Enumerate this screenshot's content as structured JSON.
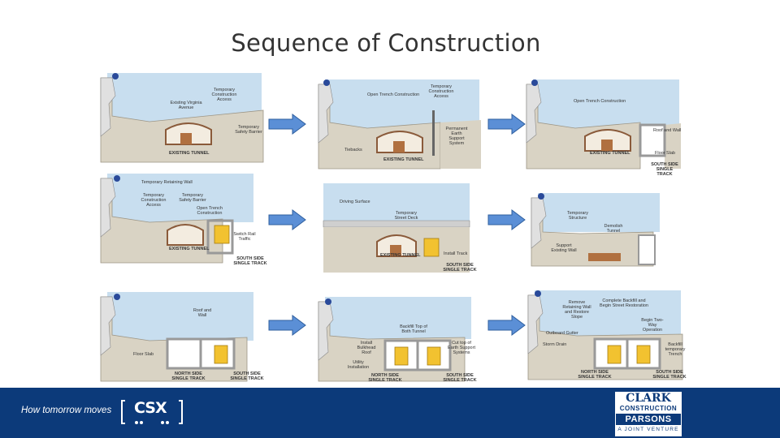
{
  "slide": {
    "title": "Sequence of Construction"
  },
  "panels": {
    "p1": {
      "temp_access": "Temporary Construction Access",
      "existing_ave": "Existing Virginia Avenue",
      "safety_barrier": "Temporary Safety Barrier",
      "existing_tunnel": "EXISTING TUNNEL"
    },
    "p2": {
      "open_trench": "Open Trench Construction",
      "temp_access": "Temporary Construction Access",
      "permanent_earth": "Permanent Earth Support System",
      "tiebacks": "Tiebacks",
      "existing_tunnel": "EXISTING TUNNEL"
    },
    "p3": {
      "open_trench": "Open Trench Construction",
      "roof_wall": "Roof and Wall",
      "floor_slab": "Floor Slab",
      "existing_tunnel": "EXISTING TUNNEL",
      "south_side": "SOUTH SIDE SINGLE TRACK"
    },
    "p4": {
      "retaining_wall": "Temporary Retaining Wall",
      "temp_access": "Temporary Construction Access",
      "safety_barrier": "Temporary Safety Barrier",
      "open_trench": "Open Trench Construction",
      "switch_rail": "Switch Rail Traffic",
      "existing_tunnel": "EXISTING TUNNEL",
      "south_side": "SOUTH SIDE SINGLE TRACK"
    },
    "p5": {
      "driving_surface": "Driving Surface",
      "street_deck": "Temporary Street Deck",
      "install_track": "Install Track",
      "existing_tunnel": "EXISTING TUNNEL",
      "south_side": "SOUTH SIDE SINGLE TRACK"
    },
    "p6": {
      "temp_structure": "Temporary Structure",
      "demolish": "Demolish Tunnel",
      "support_wall": "Support Existing Wall"
    },
    "p7": {
      "roof_wall": "Roof and Wall",
      "floor_slab": "Floor Slab",
      "north_side": "NORTH SIDE SINGLE TRACK",
      "south_side": "SOUTH SIDE SINGLE TRACK"
    },
    "p8": {
      "backfill": "Backfill Top of Both Tunnel",
      "install_roof": "Install Bulkhead Roof",
      "cut_top": "Cut top of Earth Support Systems",
      "utility": "Utility Installation",
      "north_side": "NORTH SIDE SINGLE TRACK",
      "south_side": "SOUTH SIDE SINGLE TRACK"
    },
    "p9": {
      "remove_wall": "Remove Retaining Wall and Restore Slope",
      "complete_backfill": "Complete Backfill and Begin Street Restoration",
      "two_way": "Begin Two-Way Operation",
      "outboard": "Outboard Gutter",
      "storm_drain": "Storm Drain",
      "backfill_temp": "Backfill temporary Trench",
      "north_side": "NORTH SIDE SINGLE TRACK",
      "south_side": "SOUTH SIDE SINGLE TRACK"
    }
  },
  "footer": {
    "tagline": "How tomorrow moves",
    "csx": "CSX",
    "clark": "CLARK",
    "construction": "CONSTRUCTION",
    "parsons": "PARSONS",
    "joint_venture": "A JOINT VENTURE"
  },
  "colors": {
    "sky": "#bcd6ea",
    "ground": "#d9d3c4",
    "concrete": "#e4e4e4",
    "arrow_fill": "#5b8fd6",
    "arrow_stroke": "#2f5f9e",
    "footer_bg": "#0c3a7a",
    "train": "#f2c230"
  }
}
